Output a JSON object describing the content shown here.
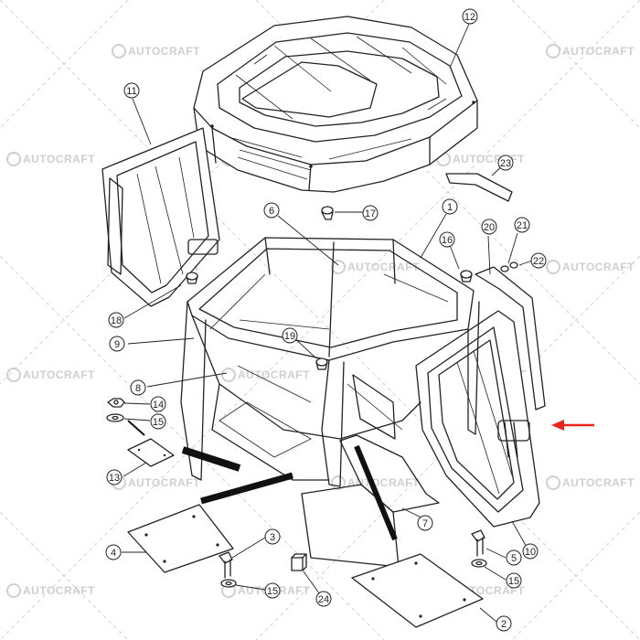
{
  "watermark": {
    "text": "AUTOCRAFT"
  },
  "callouts": [
    {
      "id": "c1",
      "label": "1"
    },
    {
      "id": "c2",
      "label": "2"
    },
    {
      "id": "c3",
      "label": "3"
    },
    {
      "id": "c4",
      "label": "4"
    },
    {
      "id": "c5",
      "label": "5"
    },
    {
      "id": "c6",
      "label": "6"
    },
    {
      "id": "c7",
      "label": "7"
    },
    {
      "id": "c8",
      "label": "8"
    },
    {
      "id": "c9",
      "label": "9"
    },
    {
      "id": "c10",
      "label": "10"
    },
    {
      "id": "c11",
      "label": "11"
    },
    {
      "id": "c12",
      "label": "12"
    },
    {
      "id": "c13",
      "label": "13"
    },
    {
      "id": "c14",
      "label": "14"
    },
    {
      "id": "c15a",
      "label": "15"
    },
    {
      "id": "c15b",
      "label": "15"
    },
    {
      "id": "c15c",
      "label": "15"
    },
    {
      "id": "c16",
      "label": "16"
    },
    {
      "id": "c17",
      "label": "17"
    },
    {
      "id": "c18",
      "label": "18"
    },
    {
      "id": "c19",
      "label": "19"
    },
    {
      "id": "c20",
      "label": "20"
    },
    {
      "id": "c21",
      "label": "21"
    },
    {
      "id": "c22",
      "label": "22"
    },
    {
      "id": "c23",
      "label": "23"
    },
    {
      "id": "c24",
      "label": "24"
    }
  ],
  "arrow": {
    "color": "#e8251c"
  }
}
